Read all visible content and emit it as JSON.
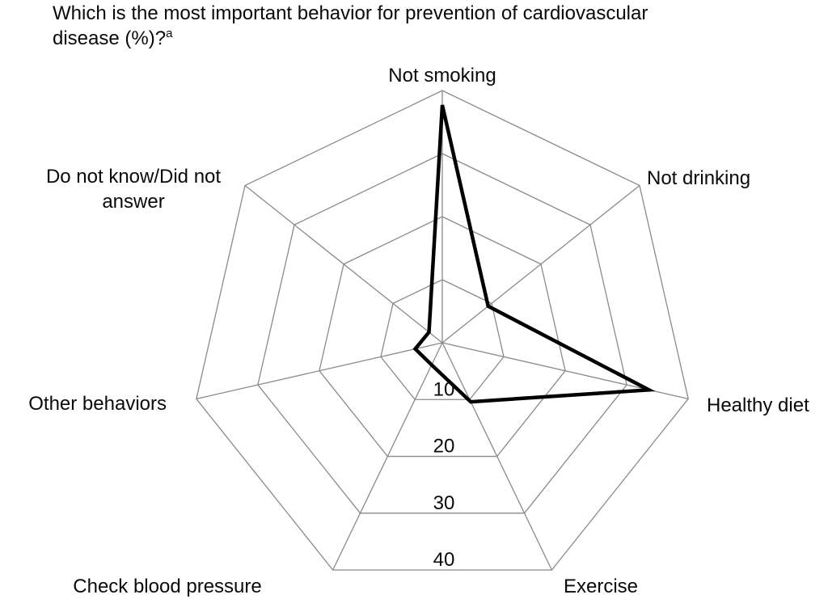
{
  "title": {
    "line1": "Which is the most important behavior for prevention of cardiovascular",
    "line2_text": "disease (%)?",
    "line2_sup": "a"
  },
  "chart_data": {
    "type": "radar",
    "title": "Which is the most important behavior for prevention of cardiovascular disease (%)?",
    "footnote_marker": "a",
    "categories": [
      "Not smoking",
      "Not drinking",
      "Healthy diet",
      "Exercise",
      "Check blood pressure",
      "Other behaviors",
      "Do not know/Did not answer"
    ],
    "series": [
      {
        "values": [
          37.7,
          9.3,
          33.6,
          10.4,
          3.9,
          4.4,
          2.7
        ]
      }
    ],
    "ticks": [
      10,
      20,
      30,
      40
    ],
    "axis_range": [
      0,
      40
    ],
    "grid": true,
    "legend": "none",
    "colors": {
      "grid": "#8a8a8a",
      "series_line": "#000000",
      "text": "#0a0a0a"
    }
  }
}
